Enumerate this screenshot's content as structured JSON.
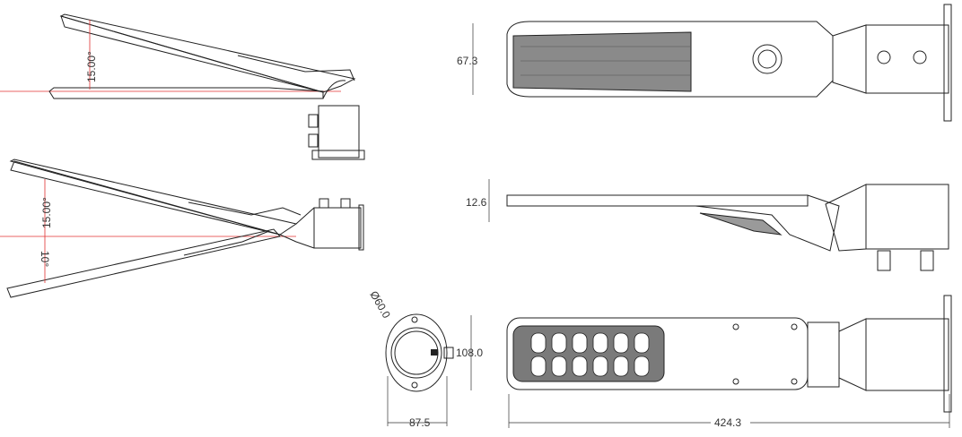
{
  "colors": {
    "line": "#222222",
    "body": "#6b6b6b",
    "reference": "#e03030"
  },
  "views": {
    "side_up": {
      "angle_label": "15.00°"
    },
    "side_range": {
      "angle_up_label": "15.00°",
      "angle_down_label": "10°"
    },
    "top": {
      "width_label": "67.3"
    },
    "side": {
      "thickness_label": "12.6"
    },
    "end": {
      "diameter_label": "Ø60.0",
      "height_label": "108.0",
      "width_label": "87.5"
    },
    "bottom": {
      "length_label": "424.3"
    }
  }
}
